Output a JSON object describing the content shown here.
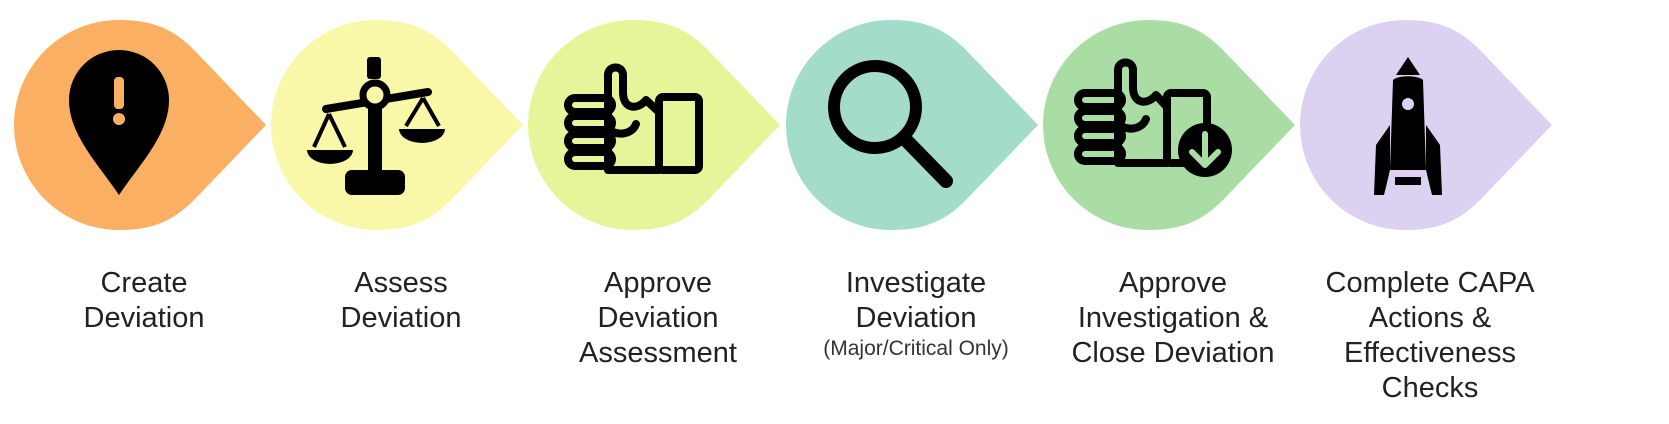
{
  "diagram": {
    "steps": [
      {
        "lines": [
          "Create",
          "Deviation"
        ],
        "note": "",
        "color": "#FBAF62",
        "icon": "map-pin-exclamation-icon"
      },
      {
        "lines": [
          "Assess",
          "Deviation"
        ],
        "note": "",
        "color": "#F8F8A8",
        "icon": "balance-scale-icon"
      },
      {
        "lines": [
          "Approve",
          "Deviation",
          "Assessment"
        ],
        "note": "",
        "color": "#E6F59A",
        "icon": "thumbs-up-icon"
      },
      {
        "lines": [
          "Investigate",
          "Deviation"
        ],
        "note": "(Major/Critical Only)",
        "color": "#A4DCCB",
        "icon": "magnifier-icon"
      },
      {
        "lines": [
          "Approve",
          "Investigation &",
          "Close Deviation"
        ],
        "note": "",
        "color": "#A9DDA4",
        "icon": "thumbs-up-download-icon"
      },
      {
        "lines": [
          "Complete CAPA",
          "Actions &",
          "Effectiveness",
          "Checks"
        ],
        "note": "",
        "color": "#DDD1F1",
        "icon": "rocket-icon"
      }
    ]
  }
}
